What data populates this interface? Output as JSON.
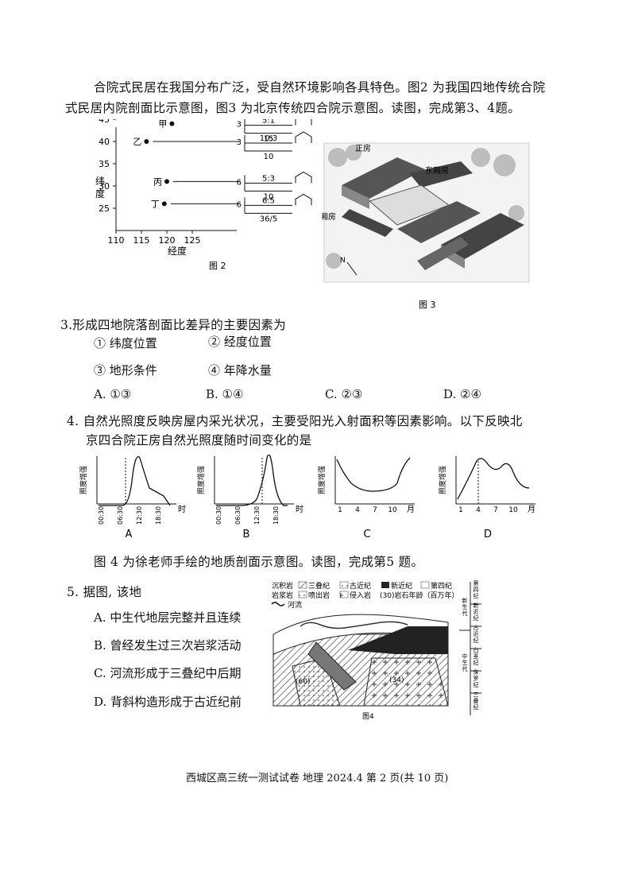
{
  "intro": {
    "line1": "合院式民居在我国分布广泛，受自然环境影响各具特色。图2 为我国四地传统合院",
    "line2": "式民居内院剖面比示意图，图3 为北京传统四合院示意图。读图，完成第3、4题。"
  },
  "fig2": {
    "caption": "图 2",
    "ylabel": "纬度",
    "xlabel": "经度",
    "yticks": [
      "45",
      "40",
      "35",
      "30",
      "25"
    ],
    "xticks": [
      "110",
      "115",
      "120",
      "125"
    ],
    "points": [
      {
        "name": "甲",
        "lon": 121,
        "lat": 44,
        "left": "3",
        "ratio": "5:1",
        "bottom": "15"
      },
      {
        "name": "乙",
        "lon": 116,
        "lat": 40,
        "left": "3",
        "ratio": "10:3",
        "bottom": "10"
      },
      {
        "name": "丙",
        "lon": 120,
        "lat": 31,
        "left": "6",
        "ratio": "5:3",
        "bottom": "10"
      },
      {
        "name": "丁",
        "lon": 119.5,
        "lat": 26,
        "left": "6",
        "ratio": "6:5",
        "bottom": "36/5"
      }
    ]
  },
  "fig3": {
    "caption": "图 3",
    "labels": {
      "main": "正房",
      "east": "东厢房",
      "west": "西厢房",
      "north": "N"
    }
  },
  "q3": {
    "stem": "3.形成四地院落剖面比差异的主要因素为",
    "items": [
      "① 纬度位置",
      "② 经度位置",
      "③ 地形条件",
      "④ 年降水量"
    ],
    "options": [
      "A. ①③",
      "B. ①④",
      "C. ②③",
      "D. ②④"
    ]
  },
  "q4": {
    "stem1": "4.  自然光照度反映房屋内采光状况，主要受阳光入射面积等因素影响。以下反映北",
    "stem2": "京四合院正房自然光照度随时间变化的是",
    "ylabel": "照度增强",
    "time_ticks": [
      "00:30",
      "06:30",
      "12:30",
      "18:30"
    ],
    "time_unit": "时",
    "month_ticks": [
      "1",
      "4",
      "7",
      "10"
    ],
    "month_unit": "月",
    "option_labels": [
      "A",
      "B",
      "C",
      "D"
    ]
  },
  "fig4_intro": "图 4 为徐老师手绘的地质剖面示意图。读图，完成第5 题。",
  "q5": {
    "stem": "5.  据图, 该地",
    "options": [
      "A.  中生代地层完整并且连续",
      "B.  曾经发生过三次岩浆活动",
      "C.  河流形成于三叠纪中后期",
      "D.  背斜构造形成于古近纪前"
    ]
  },
  "fig4": {
    "caption": "图4",
    "legend": {
      "sedimentary": "沉积岩",
      "igneous": "岩浆岩",
      "triassic": "三叠纪",
      "paleogene": "古近纪",
      "neogene": "新近纪",
      "quaternary": "第四纪",
      "extrusive": "喷出岩",
      "intrusive": "侵入岩",
      "age": "(30)岩石年龄（百万年）",
      "river": "河流"
    },
    "ages": [
      "(60)",
      "(34)"
    ],
    "column": [
      "第四纪",
      "新近纪",
      "古近纪",
      "白垩纪",
      "侏罗纪",
      "三叠纪"
    ],
    "column_side": [
      "新生代",
      "中生代"
    ]
  },
  "footer": "西城区高三统一测试试卷  地理 2024.4  第 2 页(共 10 页)"
}
